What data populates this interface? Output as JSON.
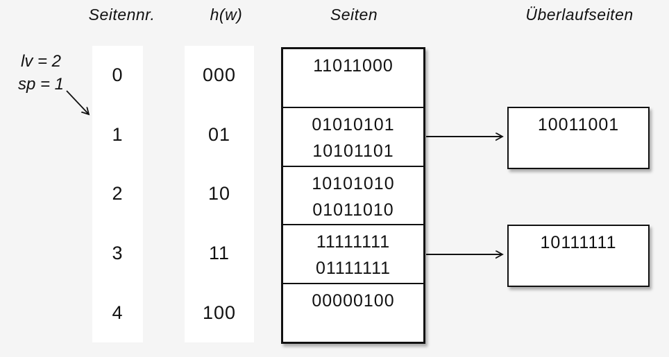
{
  "headers": {
    "page_no": "Seitennr.",
    "hash": "h(w)",
    "pages": "Seiten",
    "overflow": "Überlaufseiten"
  },
  "annotation": {
    "lv": "lv = 2",
    "sp": "sp = 1",
    "points_to_page": "1"
  },
  "buckets": [
    {
      "page_no": "0",
      "hash": "000",
      "values": [
        "11011000"
      ]
    },
    {
      "page_no": "1",
      "hash": "01",
      "values": [
        "01010101",
        "10101101"
      ]
    },
    {
      "page_no": "2",
      "hash": "10",
      "values": [
        "10101010",
        "01011010"
      ]
    },
    {
      "page_no": "3",
      "hash": "11",
      "values": [
        "11111111",
        "01111111"
      ]
    },
    {
      "page_no": "4",
      "hash": "100",
      "values": [
        "00000100"
      ]
    }
  ],
  "overflow_pages": [
    {
      "value": "10011001",
      "linked_page": "1"
    },
    {
      "value": "10111111",
      "linked_page": "3"
    }
  ],
  "colors": {
    "background": "#f5f5f5",
    "box_fill": "#ffffff",
    "line": "#111111",
    "text": "#111111"
  }
}
